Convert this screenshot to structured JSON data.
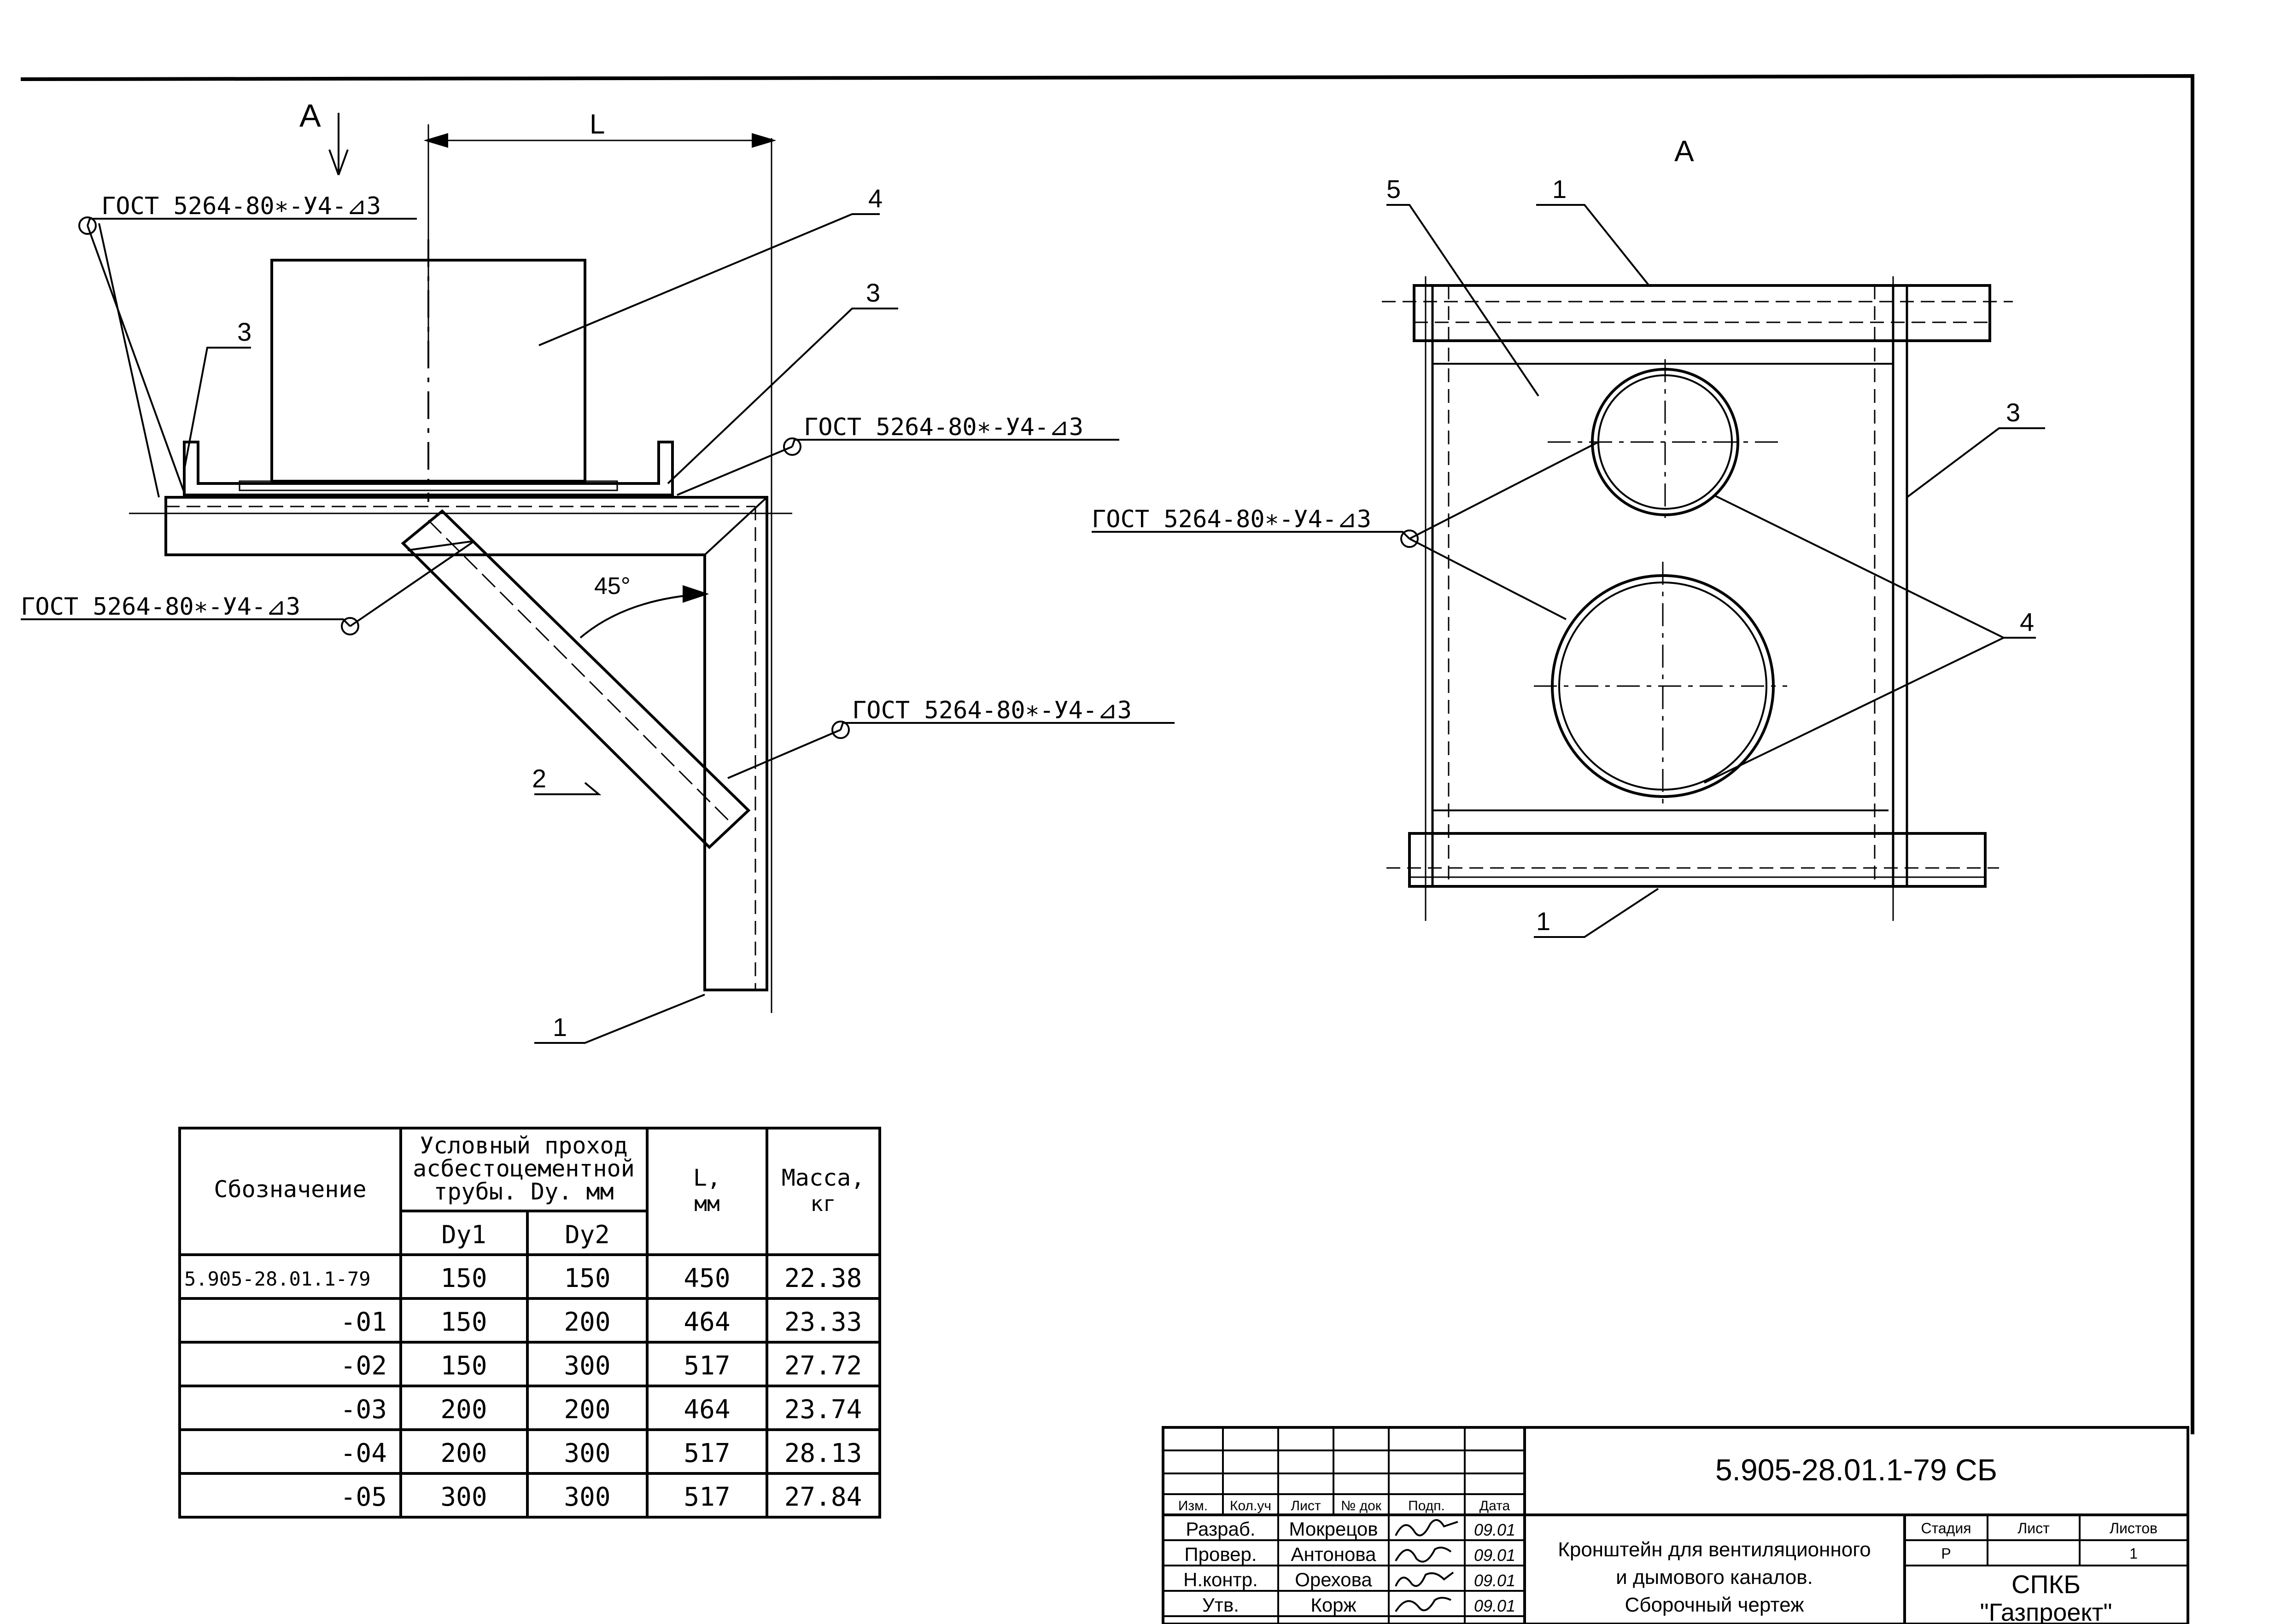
{
  "drawing": {
    "view_arrow_label": "А",
    "view_title": "А",
    "dim_L": "L",
    "angle": "45°",
    "weld_note": "ГОСТ 5264-80∗-У4-⊿3",
    "positions": {
      "p1": "1",
      "p2": "2",
      "p3": "3",
      "p4": "4",
      "p5": "5"
    }
  },
  "table": {
    "headers": {
      "designation": "Сбозначение",
      "passage_lines": [
        "Условный проход",
        "асбестоцементной",
        "трубы. Dу. мм"
      ],
      "dy1": "Dу1",
      "dy2": "Dу2",
      "L_lines": [
        "L,",
        "мм"
      ],
      "mass_lines": [
        "Масса,",
        "кг"
      ]
    },
    "rows": [
      {
        "designation": "5.905-28.01.1-79",
        "dy1": "150",
        "dy2": "150",
        "L": "450",
        "mass": "22.38"
      },
      {
        "designation": "-01",
        "dy1": "150",
        "dy2": "200",
        "L": "464",
        "mass": "23.33"
      },
      {
        "designation": "-02",
        "dy1": "150",
        "dy2": "300",
        "L": "517",
        "mass": "27.72"
      },
      {
        "designation": "-03",
        "dy1": "200",
        "dy2": "200",
        "L": "464",
        "mass": "23.74"
      },
      {
        "designation": "-04",
        "dy1": "200",
        "dy2": "300",
        "L": "517",
        "mass": "28.13"
      },
      {
        "designation": "-05",
        "dy1": "300",
        "dy2": "300",
        "L": "517",
        "mass": "27.84"
      }
    ]
  },
  "title_block": {
    "doc_code": "5.905-28.01.1-79 СБ",
    "col_headers": [
      "Изм.",
      "Кол.уч",
      "Лист",
      "№ док",
      "Подп.",
      "Дата"
    ],
    "roles": [
      {
        "role": "Разраб.",
        "name": "Мокрецов",
        "date": "09.01"
      },
      {
        "role": "Провер.",
        "name": "Антонова",
        "date": "09.01"
      },
      {
        "role": "Н.контр.",
        "name": "Орехова",
        "date": "09.01"
      },
      {
        "role": "Утв.",
        "name": "Корж",
        "date": "09.01"
      }
    ],
    "title_lines": [
      "Кронштейн для вентиляционного",
      "и дымового каналов.",
      "Сборочный чертеж"
    ],
    "stage_header": "Стадия",
    "sheet_header": "Лист",
    "sheets_header": "Листов",
    "stage": "Р",
    "sheets": "1",
    "org_lines": [
      "СПКБ",
      "\"Газпроект\""
    ]
  }
}
